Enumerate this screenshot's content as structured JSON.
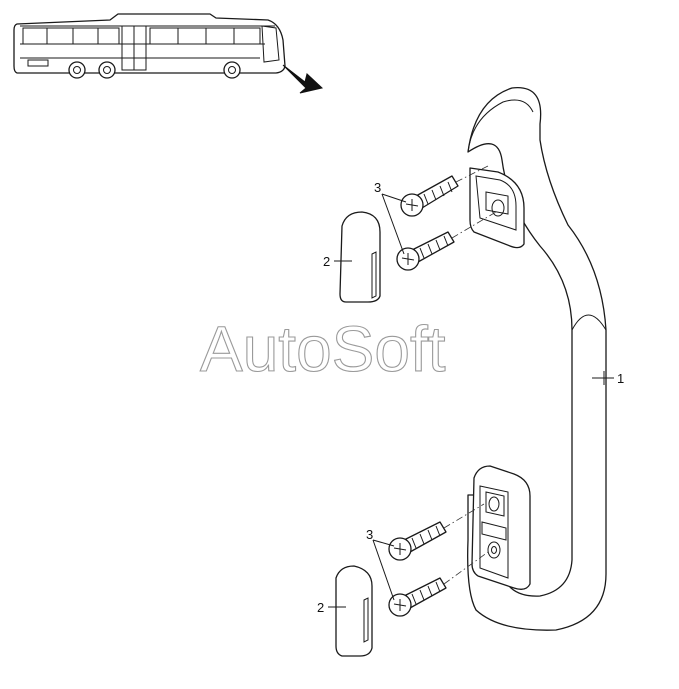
{
  "watermark": "AutoSoft",
  "callouts": {
    "handle": "1",
    "cap_upper": "2",
    "cap_lower": "2",
    "screws_upper": "3",
    "screws_lower": "3"
  }
}
